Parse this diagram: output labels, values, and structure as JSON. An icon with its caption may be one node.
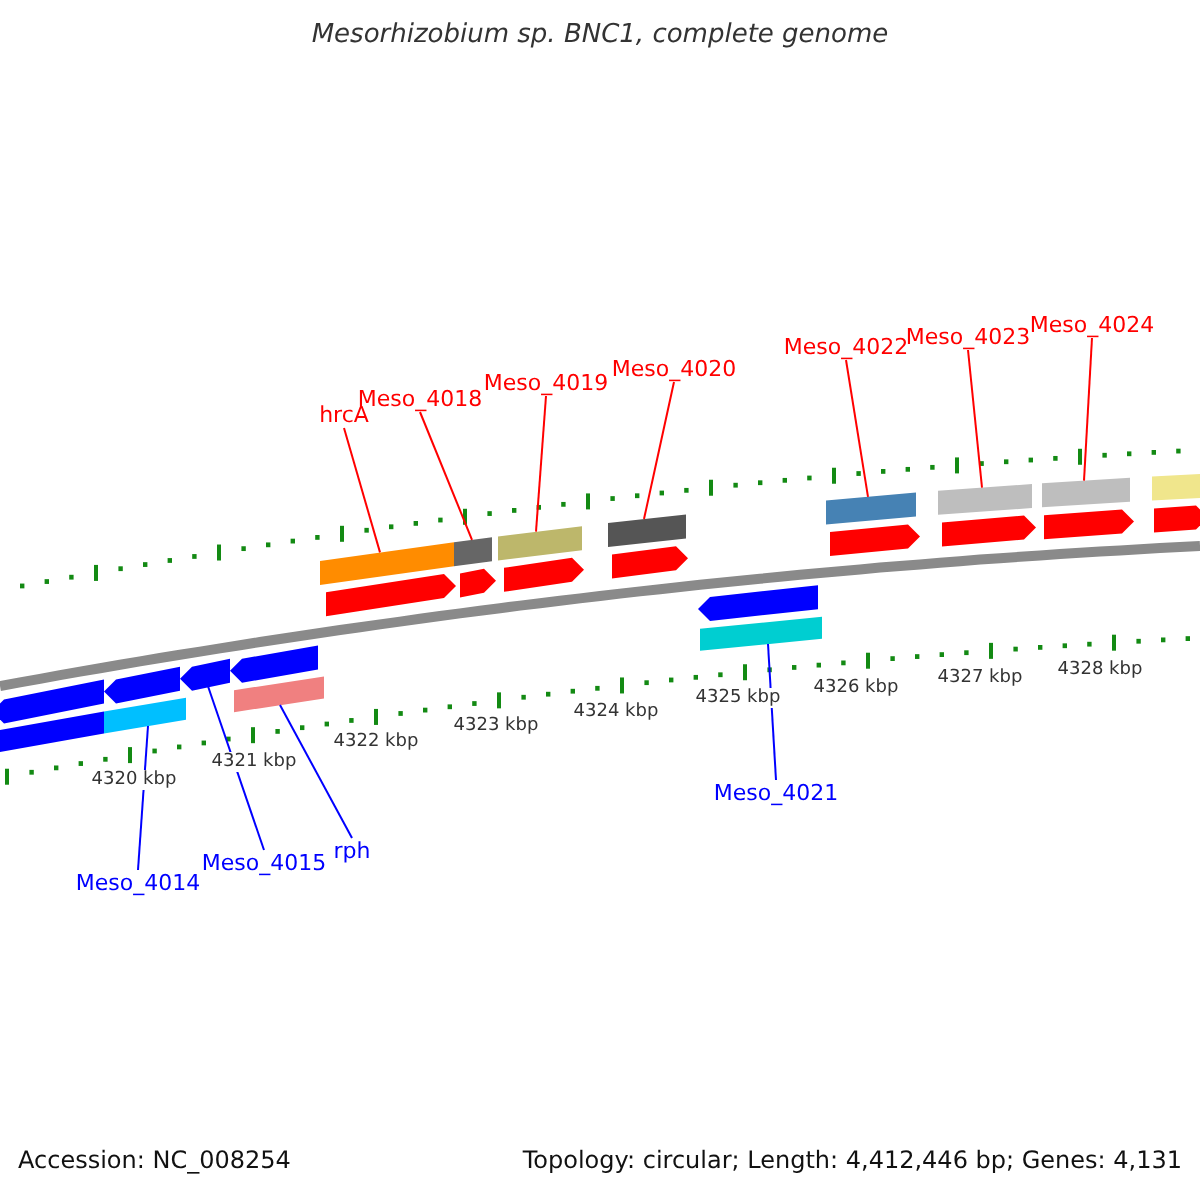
{
  "diagram": {
    "title": "Mesorhizobium sp. BNC1, complete genome",
    "nodes": [
      {
        "text": [
          "hrcA"
        ]
      },
      {
        "text": [
          "Meso_4018"
        ]
      },
      {
        "text": [
          "Meso_4019"
        ]
      },
      {
        "text": [
          "Meso_4020"
        ]
      },
      {
        "text": [
          "Meso_4022"
        ]
      },
      {
        "text": [
          "Meso_4023"
        ]
      },
      {
        "text": [
          "Meso_4024"
        ]
      },
      {
        "text": [
          "Meso_4014"
        ]
      },
      {
        "text": [
          "Meso_4015"
        ]
      },
      {
        "text": [
          "rph"
        ]
      },
      {
        "text": [
          "Meso_4021"
        ]
      },
      {
        "text": [],
        "shape": "bar"
      },
      {
        "text": [],
        "shape": "bar"
      },
      {
        "text": [],
        "shape": "bar"
      },
      {
        "text": [],
        "shape": "bar"
      },
      {
        "text": [],
        "shape": "bar"
      },
      {
        "text": [],
        "shape": "bar"
      },
      {
        "text": [],
        "shape": "bar"
      },
      {
        "text": [],
        "shape": "bar"
      },
      {
        "text": [],
        "shape": "bar"
      },
      {
        "text": [],
        "shape": "bar"
      },
      {
        "text": [],
        "shape": "bar"
      }
    ],
    "edges": [
      {
        "from": 0,
        "to": 11,
        "arrow": "none"
      },
      {
        "from": 1,
        "to": 12,
        "arrow": "none"
      },
      {
        "from": 2,
        "to": 13,
        "arrow": "none"
      },
      {
        "from": 3,
        "to": 14,
        "arrow": "none"
      },
      {
        "from": 4,
        "to": 15,
        "arrow": "none"
      },
      {
        "from": 5,
        "to": 16,
        "arrow": "none"
      },
      {
        "from": 6,
        "to": 17,
        "arrow": "none"
      },
      {
        "from": 7,
        "to": 18,
        "arrow": "none",
        "color": "#0000ff"
      },
      {
        "from": 8,
        "to": 19,
        "arrow": "none",
        "color": "#0000ff"
      },
      {
        "from": 9,
        "to": 20,
        "arrow": "none",
        "color": "#0000ff"
      },
      {
        "from": 10,
        "to": 21,
        "arrow": "none",
        "color": "#0000ff"
      }
    ],
    "labels": [
      "4320 kbp",
      "4321 kbp",
      "4322 kbp",
      "4323 kbp",
      "4324 kbp",
      "4325 kbp",
      "4326 kbp",
      "4327 kbp",
      "4328 kbp",
      "Accession: NC_008254",
      "Topology: circular; Length: 4,412,446 bp; Genes: 4,131"
    ]
  }
}
